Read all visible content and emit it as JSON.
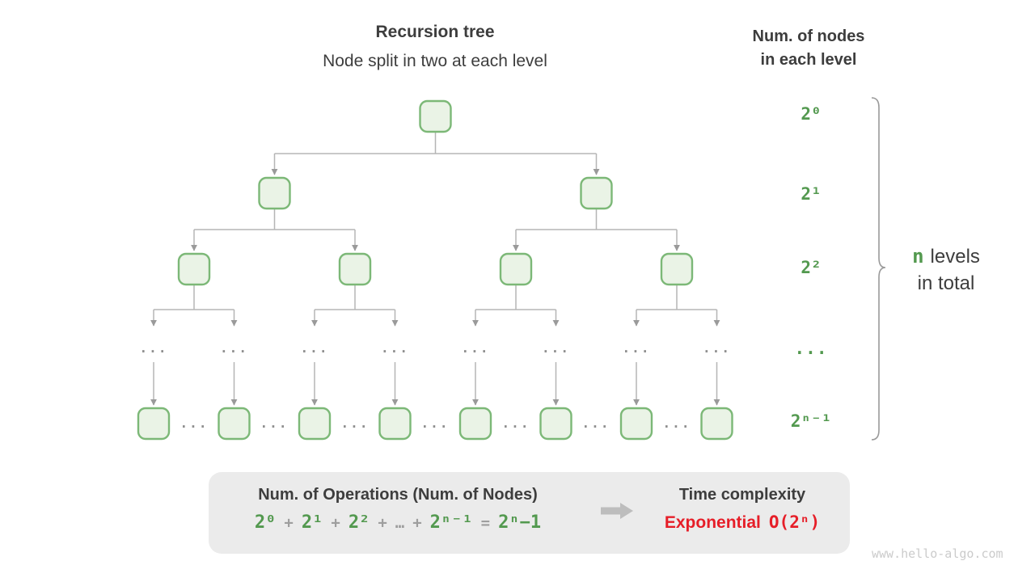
{
  "header": {
    "title": "Recursion tree",
    "subtitle": "Node split in two at each level",
    "right_title_line1": "Num. of nodes",
    "right_title_line2": "in each level"
  },
  "tree": {
    "ellipsis": "..."
  },
  "levels": {
    "labels": [
      "2⁰",
      "2¹",
      "2²",
      "...",
      "2ⁿ⁻¹"
    ],
    "note_n": "n",
    "note_line1": "levels",
    "note_line2": "in total"
  },
  "summary_box": {
    "left_title": "Num. of Operations (Num. of Nodes)",
    "formula": [
      {
        "t": "2⁰",
        "k": "green"
      },
      {
        "t": "+",
        "k": "op"
      },
      {
        "t": "2¹",
        "k": "green"
      },
      {
        "t": "+",
        "k": "op"
      },
      {
        "t": "2²",
        "k": "green"
      },
      {
        "t": "+",
        "k": "op"
      },
      {
        "t": "…",
        "k": "op"
      },
      {
        "t": "+",
        "k": "op"
      },
      {
        "t": "2ⁿ⁻¹",
        "k": "green"
      },
      {
        "t": "=",
        "k": "op"
      },
      {
        "t": "2ⁿ−1",
        "k": "green"
      }
    ],
    "right_title": "Time complexity",
    "complexity_label": "Exponential",
    "complexity_value": "O(2ⁿ)"
  },
  "watermark": "www.hello-algo.com",
  "colors": {
    "green": "#53994f",
    "red": "#e61e28",
    "node_fill": "#eaf3e6",
    "node_border": "#7cb877",
    "line_gray": "#b5b5b5",
    "box_bg": "#ebebeb"
  }
}
